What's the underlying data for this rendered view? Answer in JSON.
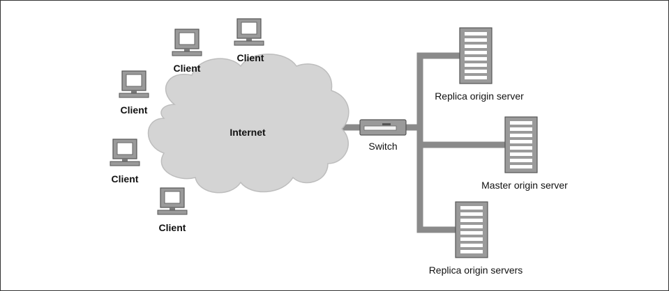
{
  "diagram": {
    "cloud_label": "Internet",
    "switch_label": "Switch",
    "client_label": "Client",
    "servers": {
      "replica_top": "Replica origin server",
      "master": "Master origin server",
      "replica_bottom": "Replica origin servers"
    }
  },
  "colors": {
    "cloud_fill": "#d4d4d4",
    "cloud_stroke": "#bdbdbd",
    "link": "#8a8a8a",
    "device_fill": "#9a9a9a",
    "device_dark": "#555555",
    "frame": "#333333"
  }
}
